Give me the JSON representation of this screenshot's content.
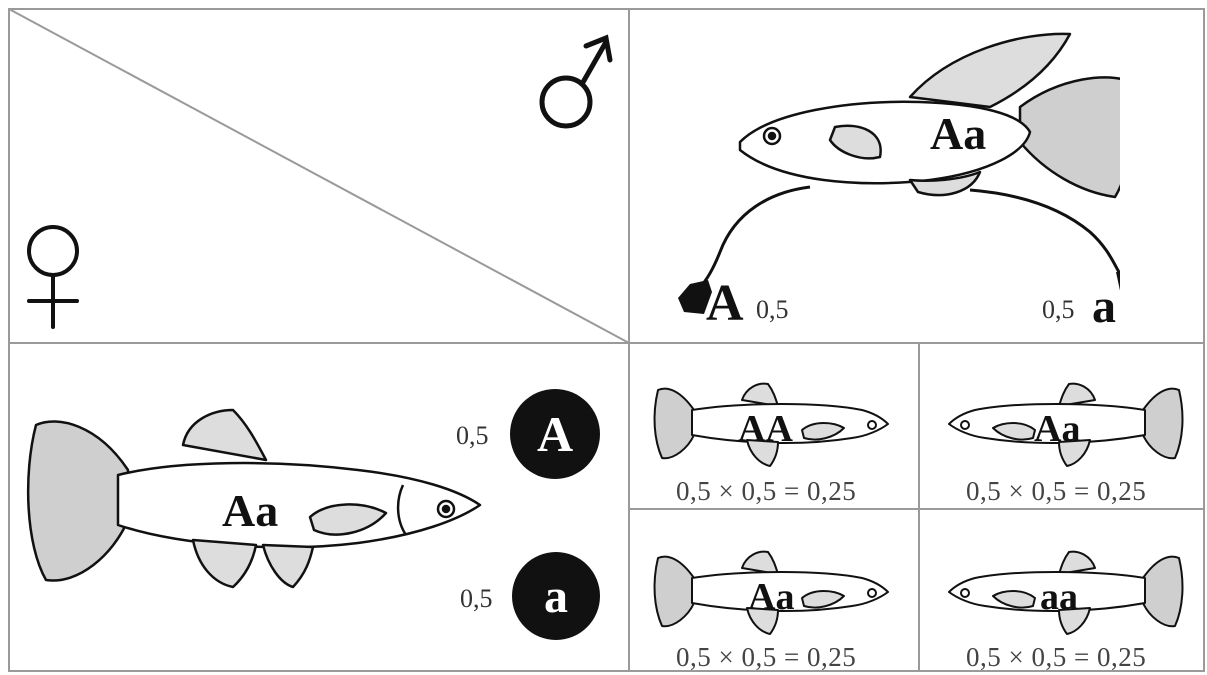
{
  "symbols": {
    "male": "♂",
    "female": "♀"
  },
  "father": {
    "genotype": "Aa",
    "gametes": [
      {
        "allele": "A",
        "probability": "0,5"
      },
      {
        "allele": "a",
        "probability": "0,5"
      }
    ]
  },
  "mother": {
    "genotype": "Aa",
    "gametes": [
      {
        "allele": "A",
        "probability": "0,5"
      },
      {
        "allele": "a",
        "probability": "0,5"
      }
    ]
  },
  "offspring": [
    {
      "genotype": "AA",
      "calculation": "0,5 × 0,5 = 0,25"
    },
    {
      "genotype": "Aa",
      "calculation": "0,5 × 0,5 = 0,25"
    },
    {
      "genotype": "Aa",
      "calculation": "0,5 × 0,5 = 0,25"
    },
    {
      "genotype": "aa",
      "calculation": "0,5 × 0,5 = 0,25"
    }
  ]
}
